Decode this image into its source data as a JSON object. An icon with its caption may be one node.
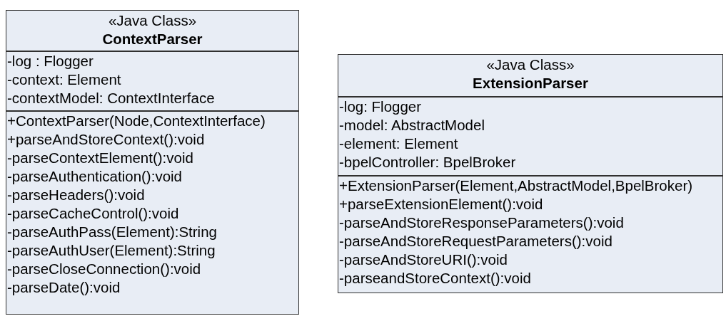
{
  "diagram": {
    "nodes": [
      {
        "text": [
          "«Java Class»",
          "ContextParser"
        ]
      },
      {
        "text": [
          "-log : Flogger",
          "-context: Element",
          "-contextModel: ContextInterface"
        ],
        "in": 0
      },
      {
        "text": [
          "+ContextParser(Node,ContextInterface)",
          "+parseAndStoreContext():void",
          "-parseContextElement():void",
          "-parseAuthentication():void",
          "-parseHeaders():void",
          "-parseCacheControl():void",
          "-parseAuthPass(Element):String",
          "-parseAuthUser(Element):String",
          "-parseCloseConnection():void",
          "-parseDate():void"
        ],
        "in": 0
      },
      {
        "text": [
          "«Java Class»",
          "ExtensionParser"
        ]
      },
      {
        "text": [
          "-log: Flogger",
          "-model: AbstractModel",
          "-element: Element",
          "-bpelController: BpelBroker"
        ],
        "in": 3
      },
      {
        "text": [
          "+ExtensionParser(Element,AbstractModel,BpelBroker)",
          "+parseExtensionElement():void",
          "-parseAndStoreResponseParameters():void",
          "-parseAndStoreRequestParameters():void",
          "-parseAndStoreURI():void",
          "-parseandStoreContext():void"
        ],
        "in": 3
      }
    ]
  }
}
